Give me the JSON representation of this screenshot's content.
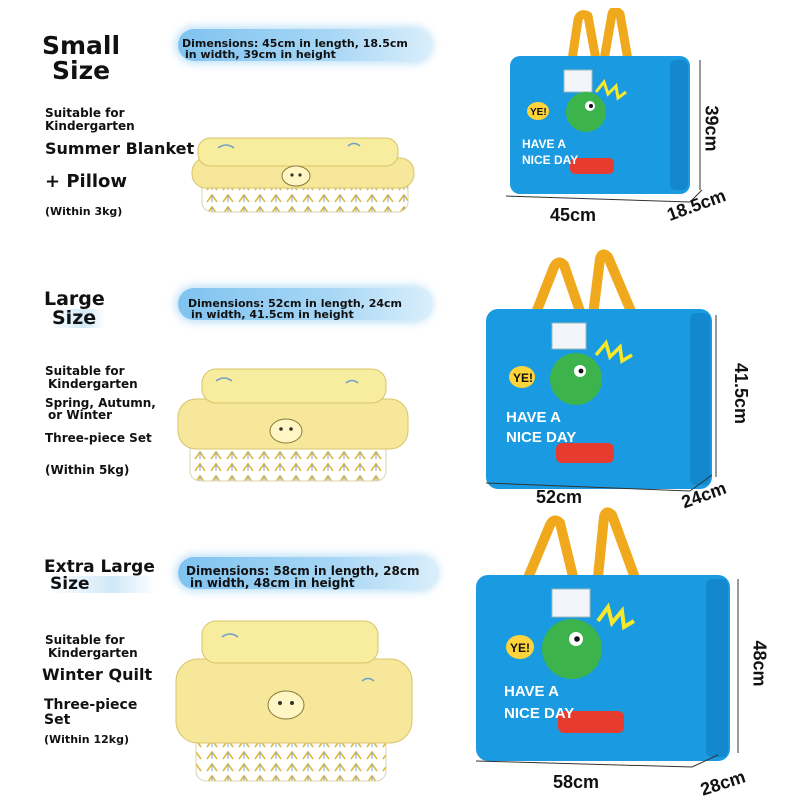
{
  "colors": {
    "bag_blue": "#1a9ae0",
    "bag_dark": "#0c73b8",
    "strap": "#f0a91d",
    "quilt": "#f6e79a",
    "dino": "#3cb44b"
  },
  "sections": [
    {
      "title_line1": "Small",
      "title_line2": "Size",
      "dim_line1": "Dimensions: 45cm in length, 18.5cm",
      "dim_line2": "in width, 39cm in height",
      "suitable_1": "Suitable for",
      "suitable_2": "Kindergarten",
      "item_1": "Summer Blanket",
      "item_2": "+ Pillow",
      "weight": "(Within 3kg)",
      "length": "45cm",
      "width": "18.5cm",
      "height": "39cm",
      "bag_tag": "YE!",
      "bag_text_1": "HAVE A",
      "bag_text_2": "NICE DAY"
    },
    {
      "title_line1": "Large",
      "title_line2": "Size",
      "dim_line1": "Dimensions: 52cm in length, 24cm",
      "dim_line2": "in width, 41.5cm in height",
      "suitable_1": "Suitable for",
      "suitable_2": "Kindergarten",
      "season_1": "Spring, Autumn,",
      "season_2": "or Winter",
      "item_1": "Three-piece Set",
      "weight": "(Within 5kg)",
      "length": "52cm",
      "width": "24cm",
      "height": "41.5cm",
      "bag_tag": "YE!",
      "bag_text_1": "HAVE A",
      "bag_text_2": "NICE DAY"
    },
    {
      "title_line1": "Extra Large",
      "title_line2": "Size",
      "dim_line1": "Dimensions: 58cm in length, 28cm",
      "dim_line2": "in width, 48cm in height",
      "suitable_1": "Suitable for",
      "suitable_2": "Kindergarten",
      "item_1": "Winter Quilt",
      "item_2": "Three-piece",
      "item_3": "Set",
      "weight": "(Within 12kg)",
      "length": "58cm",
      "width": "28cm",
      "height": "48cm",
      "bag_tag": "YE!",
      "bag_text_1": "HAVE A",
      "bag_text_2": "NICE DAY"
    }
  ]
}
